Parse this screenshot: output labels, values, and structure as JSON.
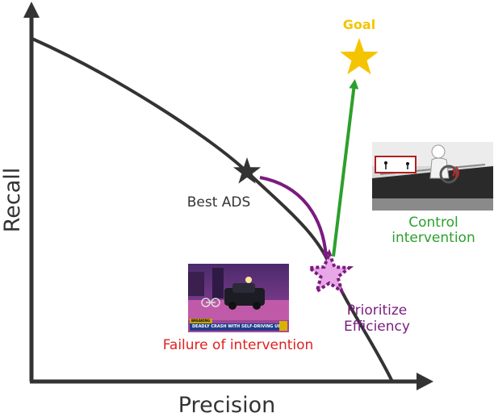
{
  "axes": {
    "x_label": "Precision",
    "y_label": "Recall"
  },
  "annotations": {
    "goal": "Goal",
    "best_ads": "Best ADS",
    "prioritize_line1": "Prioritize",
    "prioritize_line2": "Efficiency",
    "control_line1": "Control",
    "control_line2": "intervention",
    "failure": "Failure of intervention"
  },
  "news_image": {
    "tag": "BREAKING",
    "caption": "DEADLY CRASH WITH SELF-DRIVING UBER"
  },
  "colors": {
    "axis": "#333333",
    "curve": "#333333",
    "goal": "#f5c400",
    "best_ads": "#333333",
    "prioritize": "#7b1b7e",
    "prioritize_fill": "#e8a8e8",
    "control": "#2ca02c",
    "failure": "#e02020"
  },
  "icons": {
    "goal": "star-icon",
    "best_ads": "star-icon",
    "prioritize": "dashed-star-icon"
  }
}
